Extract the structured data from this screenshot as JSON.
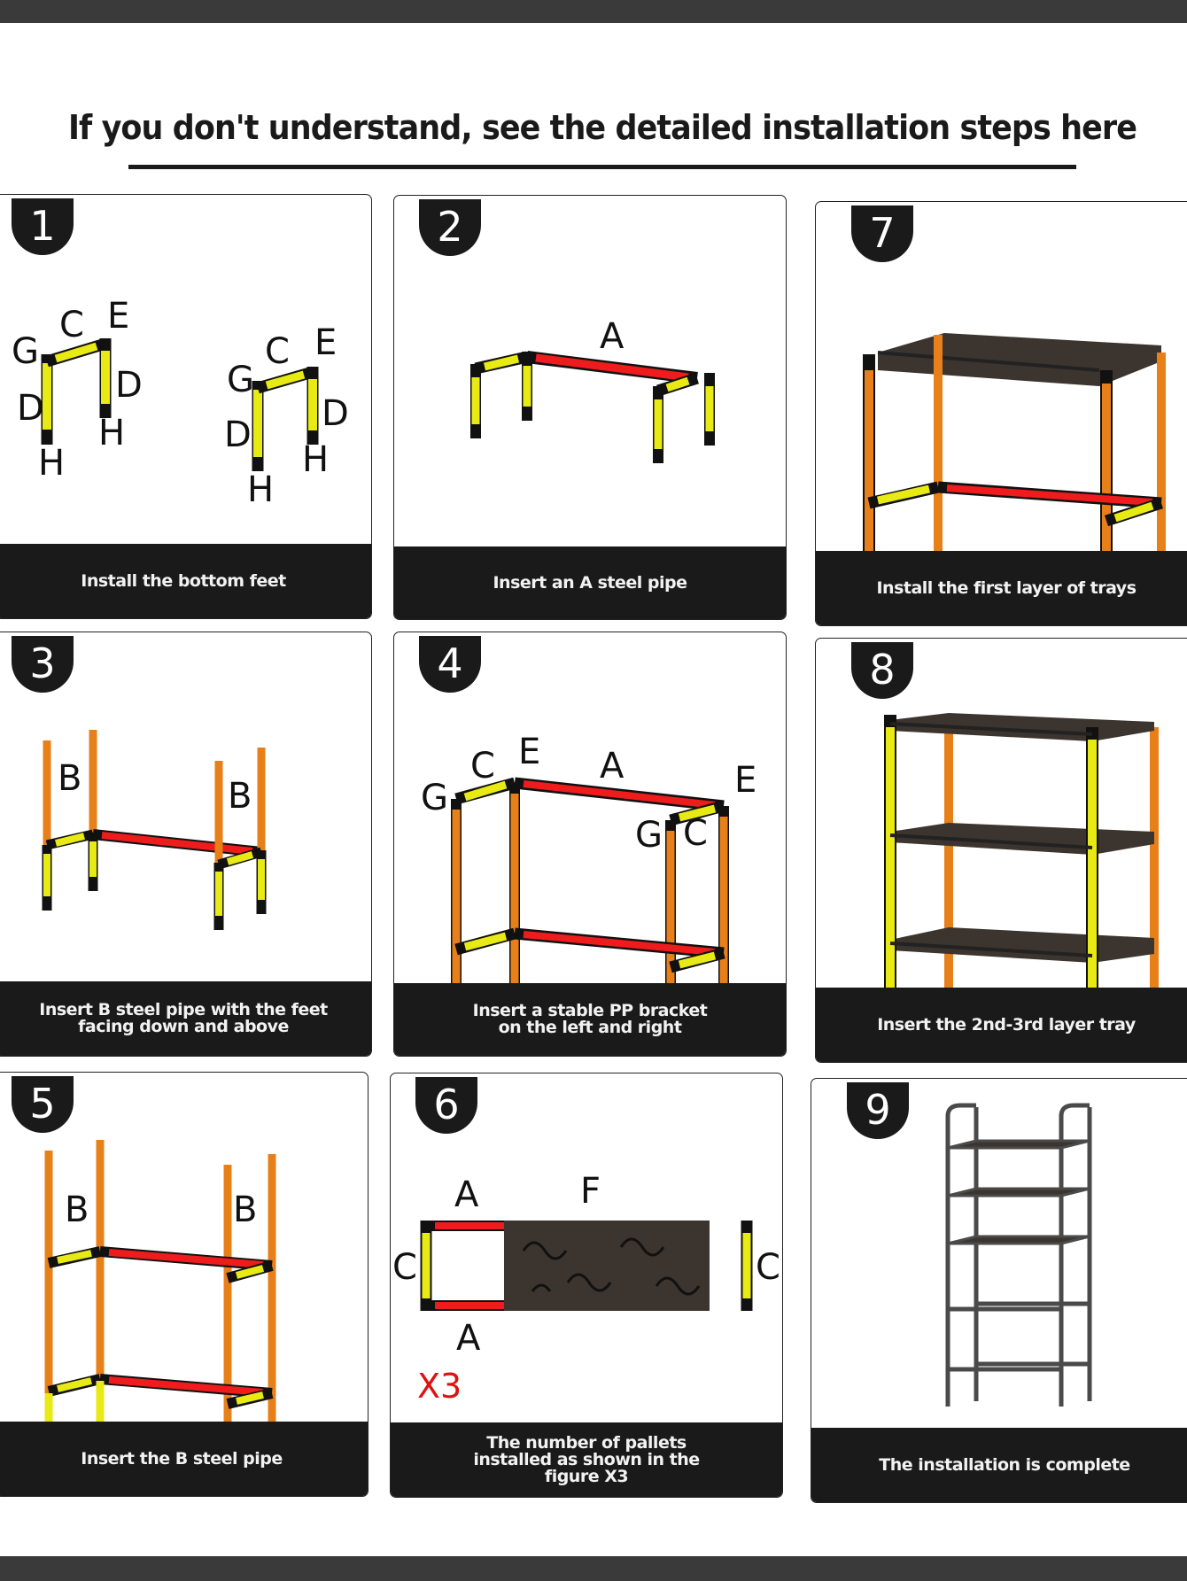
{
  "heading": "If you don't understand, see the detailed installation steps here",
  "labels": {
    "A": "A",
    "B": "B",
    "C": "C",
    "D": "D",
    "E": "E",
    "F": "F",
    "G": "G",
    "H": "H"
  },
  "multiplier": "X3",
  "colors": {
    "dark": "#1a1a1a",
    "yellow": "#e8ea14",
    "orange": "#e8801a",
    "red": "#ee1c1c",
    "tray": "#3c342e",
    "frame_gray": "#4a4a4a"
  },
  "steps": [
    {
      "number": "1",
      "caption": "Install the bottom feet"
    },
    {
      "number": "2",
      "caption": "Insert an A steel pipe"
    },
    {
      "number": "7",
      "caption": "Install the first layer of trays"
    },
    {
      "number": "3",
      "caption": "Insert B steel pipe with the feet facing down and above"
    },
    {
      "number": "4",
      "caption": "Insert a stable PP bracket on the left and right"
    },
    {
      "number": "8",
      "caption": "Insert the 2nd-3rd layer tray"
    },
    {
      "number": "5",
      "caption": "Insert the B steel pipe"
    },
    {
      "number": "6",
      "caption": "The number of pallets installed as shown in the figure X3"
    },
    {
      "number": "9",
      "caption": "The installation is complete"
    }
  ]
}
